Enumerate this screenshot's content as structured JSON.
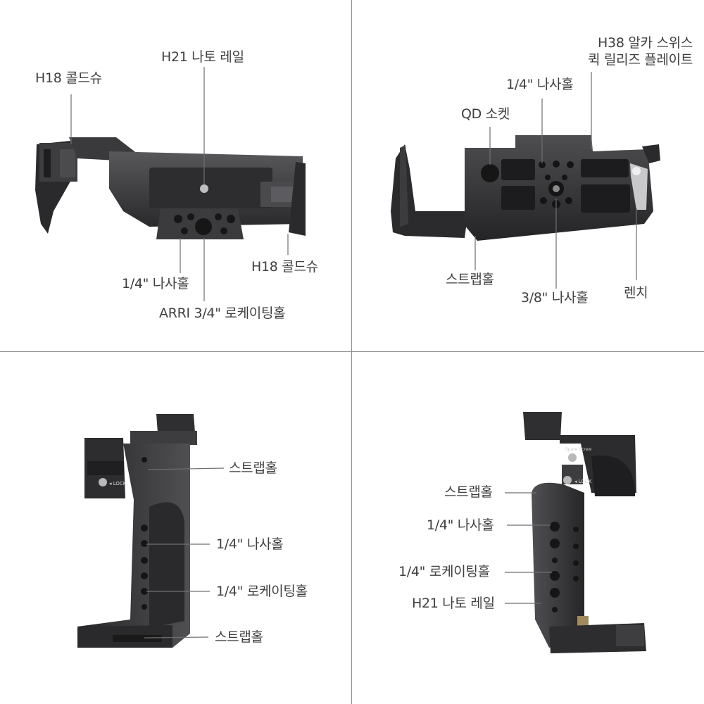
{
  "panels": {
    "top_left": {
      "labels": {
        "nato_rail": "H21 나토 레일",
        "cold_shoe_left": "H18 콜드슈",
        "cold_shoe_right": "H18 콜드슈",
        "thread_hole": "1/4\" 나사홀",
        "arri_hole": "ARRI 3/4\" 로케이팅홀"
      }
    },
    "top_right": {
      "labels": {
        "arca_line1": "H38 알카 스위스",
        "arca_line2": "퀵 릴리즈 플레이트",
        "thread_hole": "1/4\" 나사홀",
        "qd_socket": "QD 소켓",
        "strap_hole": "스트랩홀",
        "thread_hole_38": "3/8\" 나사홀",
        "wrench": "렌치"
      }
    },
    "bottom_left": {
      "labels": {
        "strap_hole_top": "스트랩홀",
        "thread_hole": "1/4\" 나사홀",
        "locating_hole": "1/4\" 로케이팅홀",
        "strap_hole_bottom": "스트랩홀"
      },
      "lock_text": "◂ LOCK"
    },
    "bottom_right": {
      "labels": {
        "strap_hole": "스트랩홀",
        "thread_hole": "1/4\" 나사홀",
        "locating_hole": "1/4\" 로케이팅홀",
        "nato_rail": "H21 나토 레일"
      },
      "lock_text": "◂ LOCK",
      "spare_screw_text": "Spare Screw"
    }
  },
  "colors": {
    "metal_dark": "#2b2b2d",
    "metal_mid": "#3a3a3c",
    "metal_light": "#545457",
    "label": "#3f3f3f",
    "leader": "#6f6f6f",
    "divider": "#8e8e8e"
  }
}
